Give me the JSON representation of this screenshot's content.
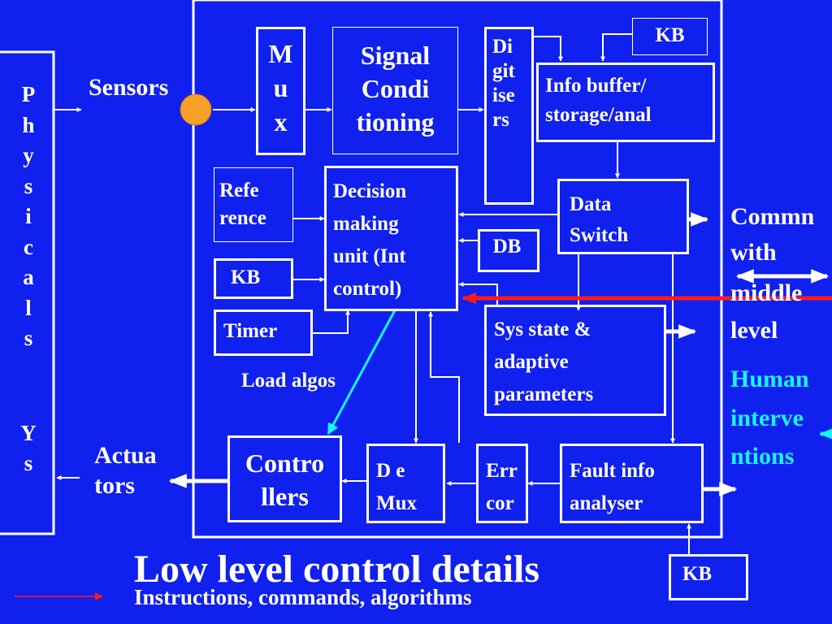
{
  "colors": {
    "background": "#1020ee",
    "line": "#ffffff",
    "sensor_dot": "#f6a02a",
    "red_arrow": "#ff1a1a",
    "cyan": "#18f4ff"
  },
  "labels": {
    "physical_sys": "P\nh\ny\ns\ni\nc\na\nl\ns",
    "physical_ys": "Y\ns",
    "sensors": "Sensors",
    "actuators": "Actua\ntors",
    "mux": "M\nu\nx",
    "signal_conditioning": "Signal\nCondi\ntioning",
    "digitisers": "Di\ngit\nise\nrs",
    "kb_top": "KB",
    "info_buffer": "Info buffer/\nstorage/anal",
    "reference": "Refe\nrence",
    "kb_left": "KB",
    "timer": "Timer",
    "decision_making": "Decision\nmaking\nunit (Int\ncontrol)",
    "db": "DB",
    "data_switch": "Data\nSwitch",
    "sys_state": "Sys state &\nadaptive\nparameters",
    "load_algos": "Load algos",
    "controllers": "Contro\nllers",
    "demux": "D e\nMux",
    "err_cor": "Err\ncor",
    "fault_info": "Fault info\nanalyser",
    "kb_bottom": "KB",
    "commn": "Commn",
    "with": "with",
    "middle": "middle",
    "level": "level",
    "human": "Human",
    "interve": "interve",
    "ntions": "ntions",
    "title": "Low level control details",
    "legend": "Instructions, commands, algorithms"
  }
}
